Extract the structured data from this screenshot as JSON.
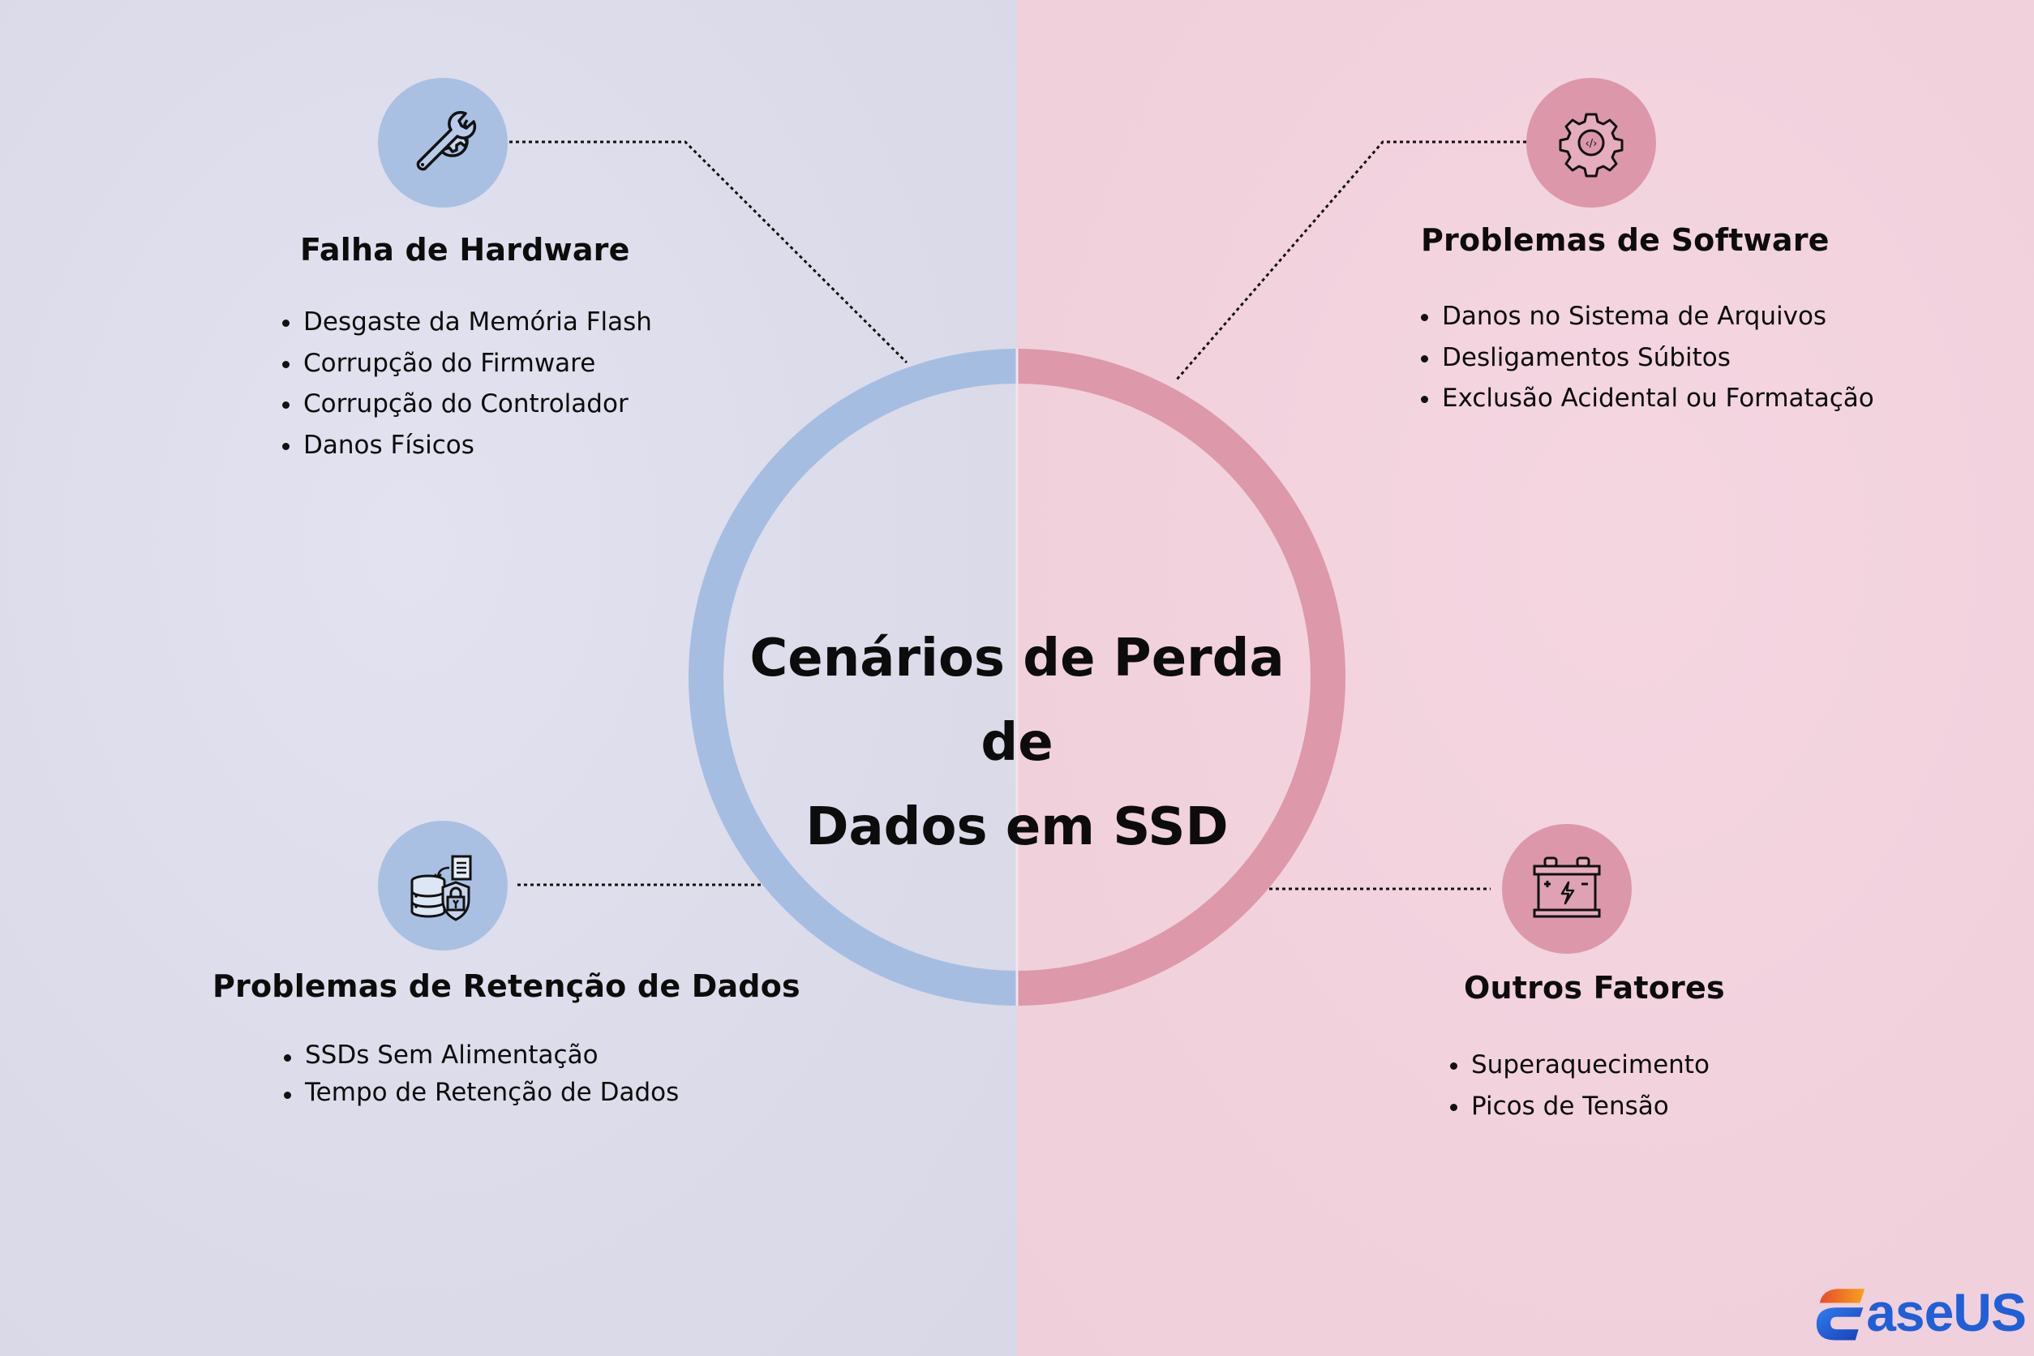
{
  "title": {
    "line1": "Cenários de Perda de",
    "line2": "Dados em SSD"
  },
  "sections": [
    {
      "id": "hardware",
      "icon": "wrench-gear-icon",
      "title": "Falha de Hardware",
      "items": [
        "Desgaste da Memória Flash",
        "Corrupção do Firmware",
        "Corrupção do Controlador",
        "Danos Físicos"
      ]
    },
    {
      "id": "software",
      "icon": "gear-code-icon",
      "title": "Problemas de Software",
      "items": [
        "Danos no Sistema de Arquivos",
        "Desligamentos Súbitos",
        "Exclusão Acidental ou Formatação"
      ]
    },
    {
      "id": "retention",
      "icon": "database-lock-icon",
      "title": "Problemas de Retenção de Dados",
      "items": [
        "SSDs Sem Alimentação",
        "Tempo de Retenção de Dados"
      ]
    },
    {
      "id": "other",
      "icon": "battery-icon",
      "title": "Outros Fatores",
      "items": [
        "Superaquecimento",
        "Picos de Tensão"
      ]
    }
  ],
  "brand": {
    "logo_text": "aseUS",
    "name": "EaseUS"
  },
  "colors": {
    "left_bg": "#dcdcea",
    "right_bg": "#f2d2dc",
    "blue_ring": "#a6bde2",
    "pink_ring": "#dd98aa",
    "blue_icon_bg": "#a9c0e2",
    "pink_icon_bg": "#dc97ab",
    "logo_blue": "#1f5fd8",
    "logo_orange": "#f7a21b",
    "logo_red": "#ea4a2a"
  }
}
